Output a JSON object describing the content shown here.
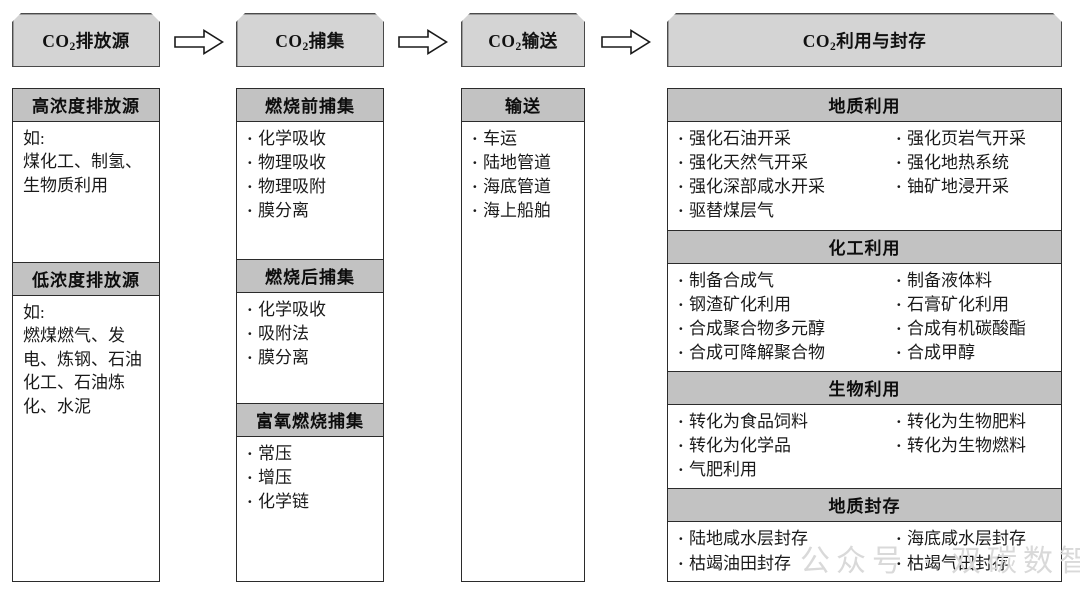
{
  "stages": [
    {
      "id": "emission-source",
      "label_pre": "CO",
      "label_sub": "2",
      "label_post": "排放源",
      "full": "CO2排放源"
    },
    {
      "id": "capture",
      "label_pre": "CO",
      "label_sub": "2",
      "label_post": "捕集",
      "full": "CO2捕集"
    },
    {
      "id": "transport",
      "label_pre": "CO",
      "label_sub": "2",
      "label_post": "输送",
      "full": "CO2输送"
    },
    {
      "id": "utilization-storage",
      "label_pre": "CO",
      "label_sub": "2",
      "label_post": "利用与封存",
      "full": "CO2利用与封存"
    }
  ],
  "arrows": [
    {
      "name": "arrow-1"
    },
    {
      "name": "arrow-2"
    },
    {
      "name": "arrow-3"
    }
  ],
  "column1": {
    "sections": [
      {
        "title": "高浓度排放源",
        "text": "如:\n煤化工、制氢、生物质利用"
      },
      {
        "title": "低浓度排放源",
        "text": "如:\n燃煤燃气、发电、炼钢、石油化工、石油炼化、水泥"
      }
    ]
  },
  "column2": {
    "sections": [
      {
        "title": "燃烧前捕集",
        "items": [
          "化学吸收",
          "物理吸收",
          "物理吸附",
          "膜分离"
        ]
      },
      {
        "title": "燃烧后捕集",
        "items": [
          "化学吸收",
          "吸附法",
          "膜分离"
        ]
      },
      {
        "title": "富氧燃烧捕集",
        "items": [
          "常压",
          "增压",
          "化学链"
        ]
      }
    ]
  },
  "column3": {
    "sections": [
      {
        "title": "输送",
        "items": [
          "车运",
          "陆地管道",
          "海底管道",
          "海上船舶"
        ]
      }
    ]
  },
  "column4": {
    "sections": [
      {
        "title": "地质利用",
        "items": [
          "强化石油开采",
          "强化页岩气开采",
          "强化天然气开采",
          "强化地热系统",
          "强化深部咸水开采",
          "铀矿地浸开采",
          "驱替煤层气",
          ""
        ]
      },
      {
        "title": "化工利用",
        "items": [
          "制备合成气",
          "制备液体料",
          "钢渣矿化利用",
          "石膏矿化利用",
          "合成聚合物多元醇",
          "合成有机碳酸酯",
          "合成可降解聚合物",
          "合成甲醇"
        ]
      },
      {
        "title": "生物利用",
        "items": [
          "转化为食品饲料",
          "转化为生物肥料",
          "转化为化学品",
          "转化为生物燃料",
          "气肥利用",
          ""
        ]
      },
      {
        "title": "地质封存",
        "items": [
          "陆地咸水层封存",
          "海底咸水层封存",
          "枯竭油田封存",
          "枯竭气田封存"
        ]
      }
    ]
  },
  "watermark": {
    "text": "公众号 · 双碳数智化"
  },
  "colors": {
    "stage_fill": "#d4d4d4",
    "header_fill": "#c2c2c2",
    "border": "#2b2b2b",
    "text": "#1a1a1a",
    "watermark": "#d9d9d9"
  }
}
